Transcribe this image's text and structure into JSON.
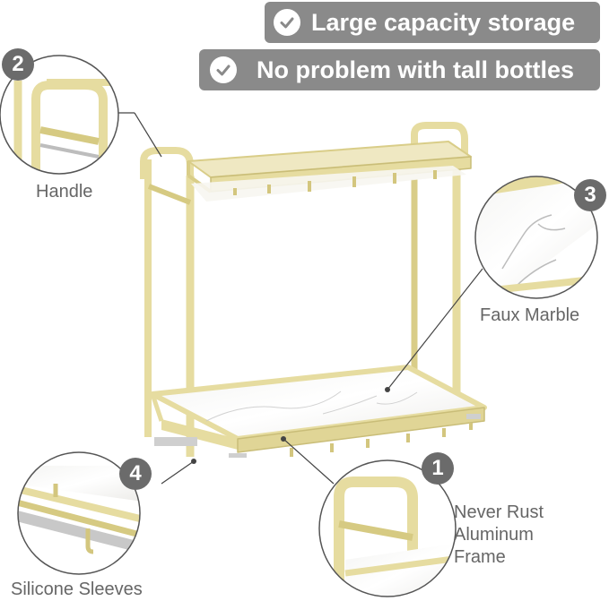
{
  "features": [
    {
      "text": "Large capacity storage"
    },
    {
      "text": "No problem with tall bottles"
    }
  ],
  "callouts": {
    "handle": {
      "number": "2",
      "label": "Handle"
    },
    "marble": {
      "number": "3",
      "label": "Faux Marble"
    },
    "sleeves": {
      "number": "4",
      "label": "Silicone Sleeves"
    },
    "frame": {
      "number": "1",
      "label_lines": [
        "Never Rust",
        "Aluminum",
        "Frame"
      ]
    }
  },
  "colors": {
    "gold_frame": "#e6dca0",
    "gold_shadow": "#c9bd78",
    "badge_bg": "#8a8a8a",
    "number_bg": "#6b6b6b",
    "label_text": "#666666"
  },
  "icons": [
    "check-icon"
  ]
}
